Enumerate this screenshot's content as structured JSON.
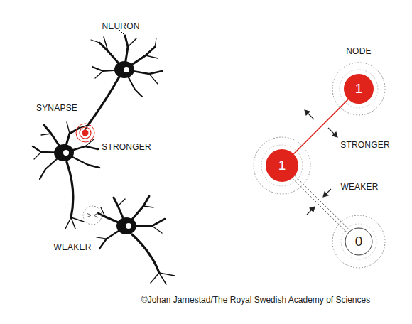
{
  "diagram": {
    "caption": "©Johan Jarnestad/The Royal Swedish Academy of Sciences",
    "nodes": [
      {
        "text": [
          "1"
        ]
      },
      {
        "text": [
          "1"
        ]
      },
      {
        "text": [
          "0"
        ]
      }
    ],
    "edges": [
      {
        "from": 0,
        "to": 1,
        "arrow": "none",
        "label": "STRONGER"
      },
      {
        "from": 1,
        "to": 2,
        "arrow": "none",
        "label": "WEAKER"
      }
    ],
    "labels": [
      "NEURON",
      "SYNAPSE",
      "STRONGER",
      "WEAKER",
      "NODE"
    ]
  }
}
